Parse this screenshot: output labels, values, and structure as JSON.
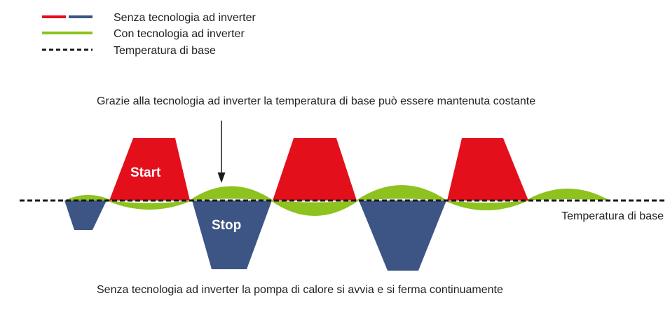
{
  "legend": [
    {
      "key": "without_inverter",
      "label": "Senza tecnologia ad inverter",
      "colors": [
        "#e3101c",
        "#3d5585"
      ]
    },
    {
      "key": "with_inverter",
      "label": "Con tecnologia ad inverter",
      "colors": [
        "#8dc21f"
      ]
    },
    {
      "key": "base_temperature",
      "label": "Temperatura di base",
      "colors": [
        "#1a1a1a"
      ]
    }
  ],
  "captions": {
    "top": "Grazie alla tecnologia ad inverter la temperatura di base può essere mantenuta costante",
    "bottom": "Senza tecnologia ad inverter la pompa di calore si avvia e si ferma continuamente"
  },
  "baseline_label": "Temperatura di base",
  "labels": {
    "start": "Start",
    "stop": "Stop"
  },
  "colors": {
    "red": "#e3101c",
    "blue": "#3d5585",
    "green": "#8dc21f",
    "baseline": "#1a1a1a",
    "text": "#222222"
  }
}
